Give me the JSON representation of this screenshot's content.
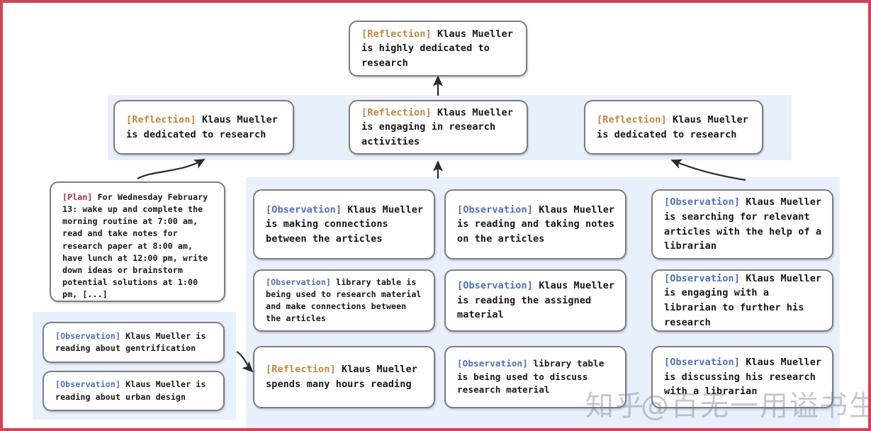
{
  "diagram": {
    "title": "Generative agent memory reflection tree",
    "border_color": "#cf4455",
    "panel_color": "#e8f0fb",
    "tag_colors": {
      "reflection": "#c8843c",
      "observation": "#4b6fc4",
      "plan": "#a33040"
    }
  },
  "tags": {
    "reflection": "[Reflection]",
    "observation": "[Observation]",
    "plan": "[Plan]"
  },
  "root": {
    "tag": "[Reflection]",
    "text": " Klaus Mueller is highly dedicated to research"
  },
  "level2": [
    {
      "tag": "[Reflection]",
      "text": " Klaus Mueller is dedicated to research"
    },
    {
      "tag": "[Reflection]",
      "text": " Klaus Mueller is engaging in research activities"
    },
    {
      "tag": "[Reflection]",
      "text": " Klaus Mueller is dedicated to research"
    }
  ],
  "plan_node": {
    "tag": "[Plan]",
    "text": " For Wednesday February 13: wake up and complete the morning routine at 7:00 am, read and take notes for research paper at 8:00 am, have lunch at 12:00 pm, write down ideas or brainstorm potential solutions at 1:00 pm, [...]"
  },
  "column1": [
    {
      "tag": "[Observation]",
      "text": " Klaus Mueller is reading about gentrification"
    },
    {
      "tag": "[Observation]",
      "text": " Klaus Mueller is reading about urban design"
    }
  ],
  "column2": [
    {
      "tag": "[Observation]",
      "text": " Klaus Mueller is making connections between the articles"
    },
    {
      "tag": "[Observation]",
      "text": " library table is being used to research material and make connections between the articles"
    },
    {
      "tag": "[Reflection]",
      "text": " Klaus Mueller spends many hours reading"
    }
  ],
  "column3": [
    {
      "tag": "[Observation]",
      "text": " Klaus Mueller is reading and taking notes on the articles"
    },
    {
      "tag": "[Observation]",
      "text": " Klaus Mueller is reading the assigned material"
    },
    {
      "tag": "[Observation]",
      "text": " library table is being used to discuss research material"
    }
  ],
  "column4": [
    {
      "tag": "[Observation]",
      "text": " Klaus Mueller is searching for relevant articles with the help of a librarian"
    },
    {
      "tag": "[Observation]",
      "text": " Klaus Mueller is engaging with a librarian to further his research"
    },
    {
      "tag": "[Observation]",
      "text": " Klaus Mueller is discussing his research with a librarian"
    }
  ],
  "watermark": {
    "zhihu": "知乎",
    "handle": "@百无一用谥书生"
  }
}
